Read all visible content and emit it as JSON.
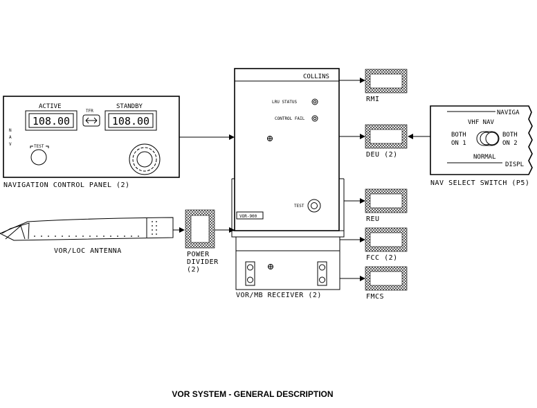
{
  "title": "VOR SYSTEM - GENERAL DESCRIPTION",
  "nav_panel": {
    "caption": "NAVIGATION CONTROL PANEL (2)",
    "side_label": [
      "N",
      "A",
      "V"
    ],
    "active_label": "ACTIVE",
    "standby_label": "STANDBY",
    "tfr_label": "TFR",
    "active_freq": "108.00",
    "standby_freq": "108.00",
    "test_label": "TEST"
  },
  "antenna": {
    "caption": "VOR/LOC ANTENNA"
  },
  "power_divider": {
    "caption": [
      "POWER",
      "DIVIDER",
      "(2)"
    ]
  },
  "receiver": {
    "brand": "COLLINS",
    "lru_status": "LRU STATUS",
    "control_fail": "CONTROL FAIL",
    "test_label": "TEST",
    "model": "VOR-900",
    "caption": "VOR/MB RECEIVER (2)"
  },
  "outputs": [
    {
      "label": "RMI"
    },
    {
      "label": "DEU (2)"
    },
    {
      "label": "REU"
    },
    {
      "label": "FCC (2)"
    },
    {
      "label": "FMCS"
    }
  ],
  "nav_switch": {
    "top_text": "NAVIGA",
    "vhf_nav": "VHF NAV",
    "both_on_1": [
      "BOTH",
      "ON 1"
    ],
    "both_on_2": [
      "BOTH",
      "ON 2"
    ],
    "normal": "NORMAL",
    "bottom_text": "DISPL",
    "caption": "NAV SELECT SWITCH (P5)"
  }
}
